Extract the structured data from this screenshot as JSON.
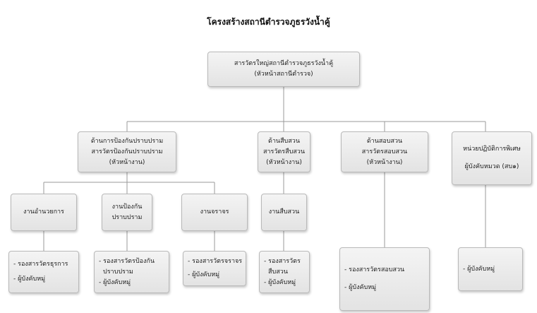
{
  "title": "โครงสร้างสถานีตำรวจภูธรวังน้ำคู้",
  "chief": {
    "line1": "สารวัตรใหญ่สถานีตำรวจภูธรวังน้ำคู้",
    "line2": "(หัวหน้าสถานีตำรวจ)"
  },
  "divisions": {
    "prevention": {
      "line1": "ด้านการป้องกันปราบปราม",
      "line2": "สารวัตรป้องกันปราบปราม",
      "line3": "(หัวหน้างาน)"
    },
    "investigation": {
      "line1": "ด้านสืบสวน",
      "line2": "สารวัตรสืบสวน",
      "line3": "(หัวหน้างาน)"
    },
    "inquiry": {
      "line1": "ด้านสอบสวน",
      "line2": "สารวัตรสอบสวน",
      "line3": "(หัวหน้างาน)"
    },
    "special": {
      "line1": "หน่วยปฏิบัติการพิเศษ",
      "line2": "ผู้บังคับหมวด (สบ๑)"
    }
  },
  "units": {
    "admin": {
      "line1": "งานอำนวยการ"
    },
    "prevent": {
      "line1": "งานป้องกัน",
      "line2": "ปราบปราม"
    },
    "traffic": {
      "line1": "งานจราจร"
    },
    "investigate": {
      "line1": "งานสืบสวน"
    }
  },
  "staff": {
    "admin": {
      "line1": "- รองสารวัตรธุรการ",
      "line2": "- ผู้บังคับหมู่"
    },
    "prevent": {
      "line1": "- รองสารวัตรป้องกัน",
      "line2": "ปราบปราม",
      "line3": "- ผู้บังคับหมู่"
    },
    "traffic": {
      "line1": "- รองสารวัตรจราจร",
      "line2": "- ผู้บังคับหมู่"
    },
    "investigate": {
      "line1": "- รองสารวัตร",
      "line2": "สืบสวน",
      "line3": "- ผู้บังคับหมู่"
    },
    "inquiry": {
      "line1": "- รองสารวัตรสอบสวน",
      "line2": "- ผู้บังคับหมู่"
    },
    "special": {
      "line1": "- ผู้บังคับหมู่"
    }
  }
}
